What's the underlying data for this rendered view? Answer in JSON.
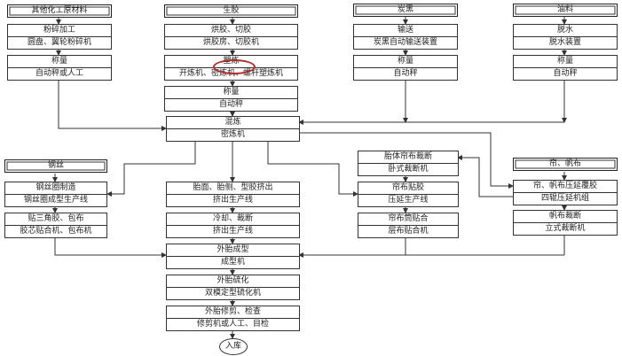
{
  "colors": {
    "highlight": "#b0302e"
  },
  "inputs": {
    "chem": "其他化工原材料",
    "rubber": "生胶",
    "carbon": "炭黑",
    "oil": "油料",
    "steel": "钢丝",
    "fabric": "帘、帆布"
  },
  "steps": {
    "crush": [
      "粉碎加工",
      "圆盘、翼轮粉碎机"
    ],
    "weigh1": [
      "称量",
      "自动秤或人工"
    ],
    "dry": [
      "烘胶、切胶",
      "烘胶房、切胶机"
    ],
    "plasticize": [
      "塑炼",
      "开炼机、密炼机、螺杆塑炼机"
    ],
    "weigh2": [
      "称量",
      "自动秤"
    ],
    "convey": [
      "输送",
      "炭黑自动输送装置"
    ],
    "weigh3": [
      "称量",
      "自动秤"
    ],
    "dewater": [
      "脱水",
      "脱水装置"
    ],
    "weigh4": [
      "称量",
      "自动秤"
    ],
    "mix": [
      "混炼",
      "密炼机"
    ],
    "bead": [
      "钢丝圈制造",
      "钢丝圈成型生产线"
    ],
    "apex": [
      "贴三角胶、包布",
      "胶芯贴合机、包布机"
    ],
    "extrude": [
      "胎面、胎侧、型胶挤出",
      "挤出生产线"
    ],
    "cool": [
      "冷却、裁断",
      "挤出生产线"
    ],
    "plycut": [
      "胎体帘布裁断",
      "卧式裁断机"
    ],
    "plycoat": [
      "帘布贴胶",
      "压延生产线"
    ],
    "plydrum": [
      "帘布筒贴合",
      "层布贴合机"
    ],
    "calender": [
      "帘、帆布压延覆胶",
      "四辊压延机组"
    ],
    "canvascut": [
      "帆布裁断",
      "立式裁断机"
    ],
    "build": [
      "外胎成型",
      "成型机"
    ],
    "cure": [
      "外胎硫化",
      "双模定型硫化机"
    ],
    "trim": [
      "外胎修剪、检查",
      "修剪机或人工、目检"
    ]
  },
  "end": "入库"
}
